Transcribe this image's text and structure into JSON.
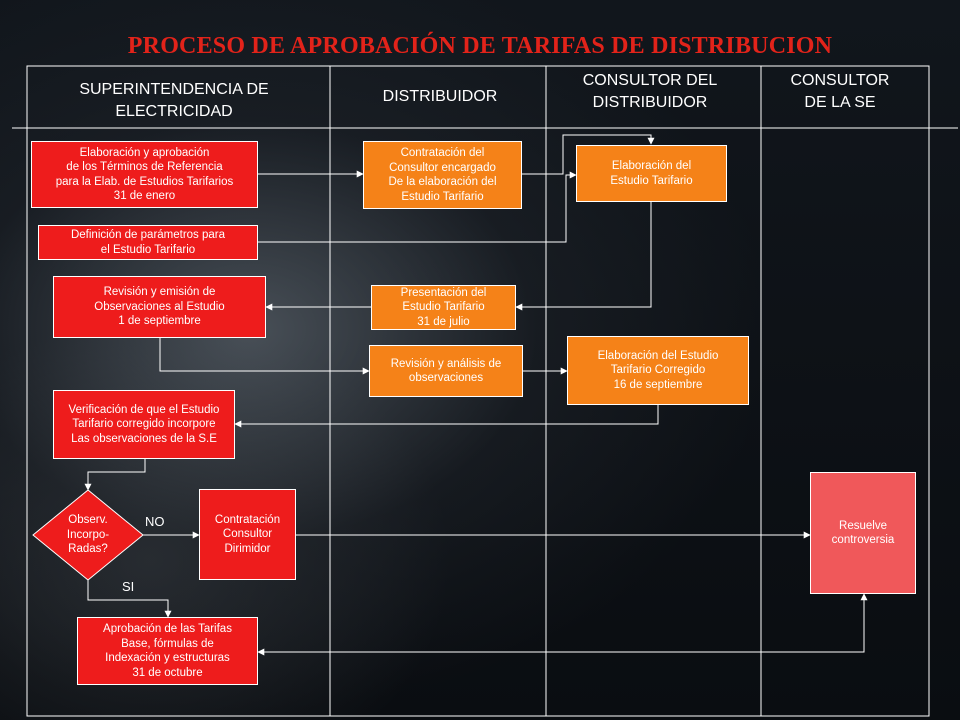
{
  "title": "PROCESO DE APROBACIÓN DE TARIFAS DE DISTRIBUCION",
  "lanes": [
    "SUPERINTENDENCIA DE\nELECTRICIDAD",
    "DISTRIBUIDOR",
    "CONSULTOR DEL\nDISTRIBUIDOR",
    "CONSULTOR\nDE  LA SE"
  ],
  "nodes": {
    "elaboracion_terminos": "Elaboración y aprobación\nde los Términos de Referencia\npara la Elab. de Estudios Tarifarios\n31 de enero",
    "definicion_parametros": "Definición de parámetros para\nel Estudio Tarifario",
    "contratacion_consultor": "Contratación del\nConsultor encargado\nDe la elaboración del\nEstudio Tarifario",
    "elaboracion_estudio": "Elaboración del\nEstudio Tarifario",
    "revision_emision": "Revisión y emisión de\nObservaciones al Estudio\n1 de septiembre",
    "presentacion_estudio": "Presentación del\nEstudio Tarifario\n31 de julio",
    "revision_analisis": "Revisión y análisis de\nobservaciones",
    "elaboracion_corregido": "Elaboración del Estudio\nTarifario Corregido\n16 de septiembre",
    "verificacion": "Verificación de que el Estudio\nTarifario corregido incorpore\nLas observaciones de la S.E",
    "decision": "Observ.\nIncorpo-\nRadas?",
    "contratacion_dirimidor": "Contratación\nConsultor\nDirimidor",
    "resuelve": "Resuelve\ncontroversia",
    "aprobacion": "Aprobación de las Tarifas\nBase, fórmulas de\nIndexación y estructuras\n31 de octubre"
  },
  "labels": {
    "no": "NO",
    "si": "SI"
  },
  "colors": {
    "title": "#e2231a",
    "red": "#ee1c1c",
    "orange": "#f58218",
    "salmon": "#f0585a"
  }
}
